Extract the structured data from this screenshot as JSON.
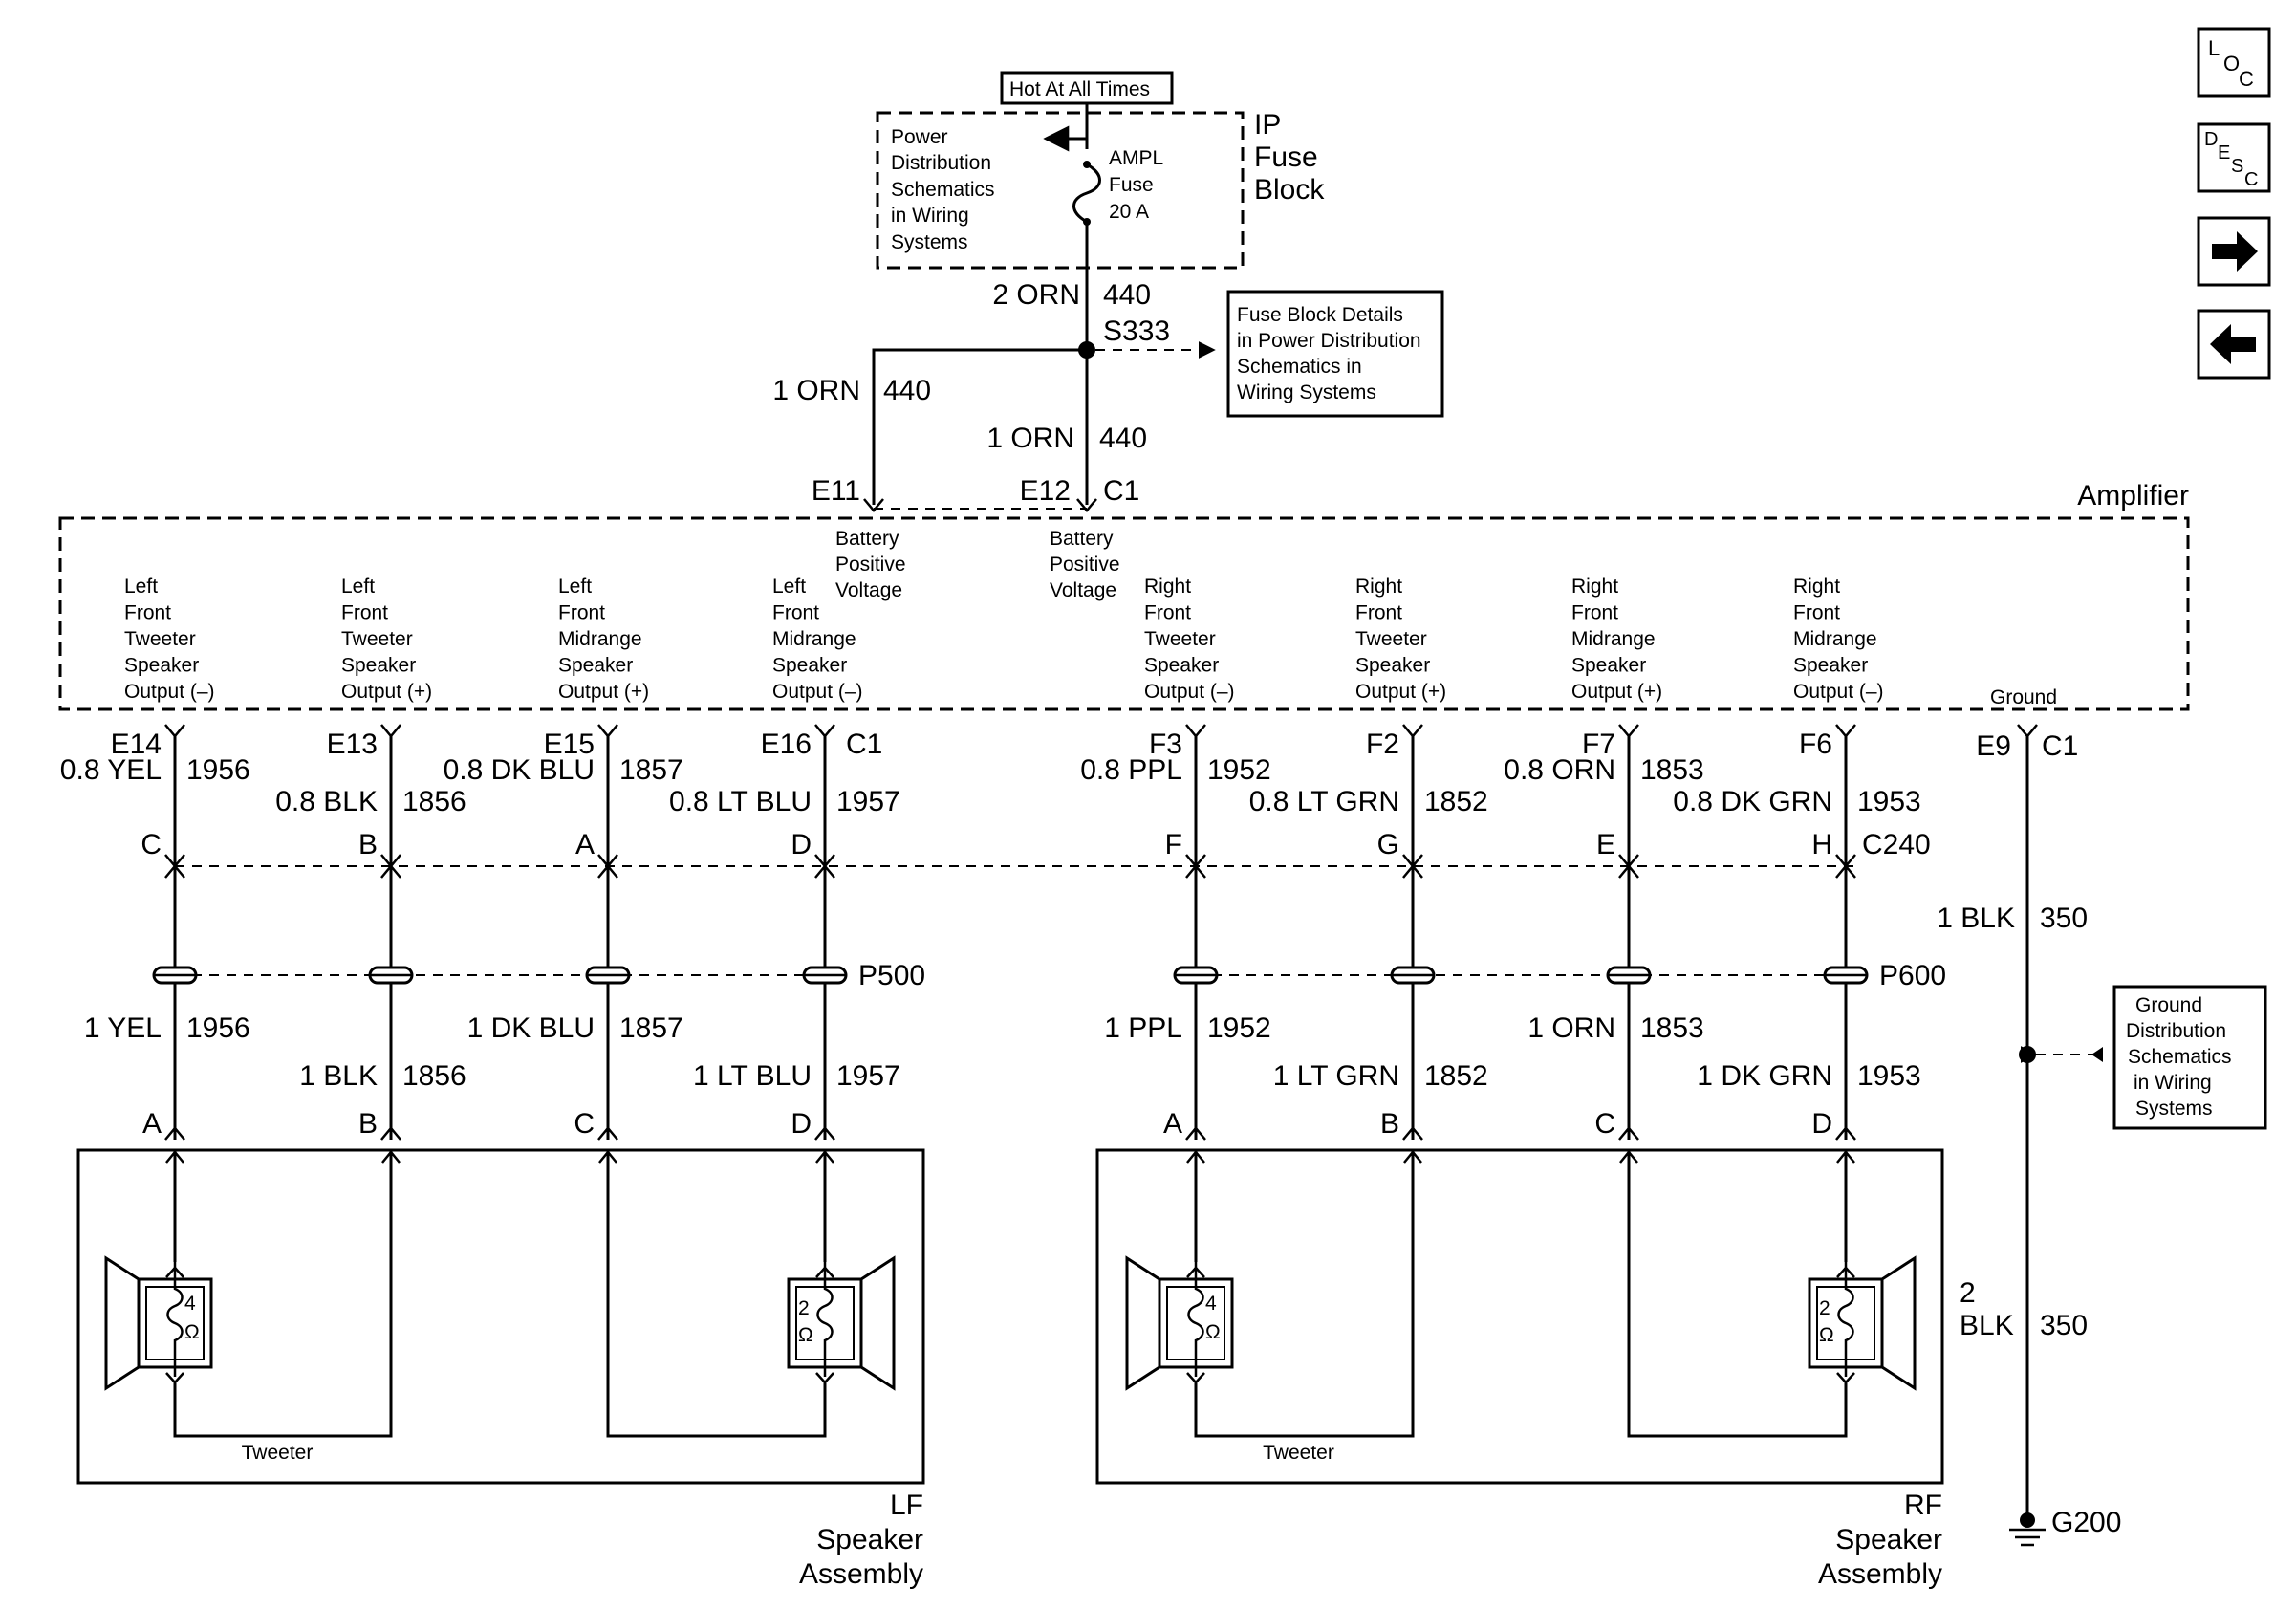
{
  "nav": {
    "loc": "LOC",
    "desc": "DESC"
  },
  "fuse": {
    "hot": "Hot At All Times",
    "ref": [
      "Power",
      "Distribution",
      "Schematics",
      "in Wiring",
      "Systems"
    ],
    "name": [
      "AMPL",
      "Fuse",
      "20 A"
    ],
    "block": [
      "IP",
      "Fuse",
      "Block"
    ]
  },
  "feed": {
    "main_size": "2 ORN",
    "circuit": "440",
    "splice": "S333",
    "branch1_size": "1 ORN",
    "branch2_size": "1 ORN",
    "fuse_details": [
      "Fuse Block Details",
      "in Power Distribution",
      "Schematics in",
      "Wiring Systems"
    ]
  },
  "amplifier": {
    "name": "Amplifier",
    "pins_top": [
      "E11",
      "E12",
      "C1"
    ],
    "labels": [
      [
        "Battery",
        "Positive",
        "Voltage"
      ],
      [
        "Battery",
        "Positive",
        "Voltage"
      ],
      [
        "Left",
        "Front",
        "Tweeter",
        "Speaker",
        "Output (–)"
      ],
      [
        "Left",
        "Front",
        "Tweeter",
        "Speaker",
        "Output (+)"
      ],
      [
        "Left",
        "Front",
        "Midrange",
        "Speaker",
        "Output (+)"
      ],
      [
        "Left",
        "Front",
        "Midrange",
        "Speaker",
        "Output (–)"
      ],
      [
        "Right",
        "Front",
        "Tweeter",
        "Speaker",
        "Output (–)"
      ],
      [
        "Right",
        "Front",
        "Tweeter",
        "Speaker",
        "Output (+)"
      ],
      [
        "Right",
        "Front",
        "Midrange",
        "Speaker",
        "Output (+)"
      ],
      [
        "Right",
        "Front",
        "Midrange",
        "Speaker",
        "Output (–)"
      ],
      [
        "Ground"
      ]
    ]
  },
  "left_wires": [
    {
      "pin": "E14",
      "size": "0.8 YEL",
      "circuit": "1956",
      "c240": "C",
      "size2": "1 YEL",
      "spk_pin": "A"
    },
    {
      "pin": "E13",
      "size": "0.8 BLK",
      "circuit": "1856",
      "c240": "B",
      "size2": "1 BLK",
      "spk_pin": "B"
    },
    {
      "pin": "E15",
      "size": "0.8 DK BLU",
      "circuit": "1857",
      "c240": "A",
      "size2": "1 DK BLU",
      "spk_pin": "C"
    },
    {
      "pin": "E16",
      "size": "0.8 LT BLU",
      "circuit": "1957",
      "c240": "D",
      "size2": "1 LT BLU",
      "spk_pin": "D"
    }
  ],
  "right_wires": [
    {
      "pin": "F3",
      "size": "0.8 PPL",
      "circuit": "1952",
      "c240": "F",
      "size2": "1 PPL",
      "spk_pin": "A"
    },
    {
      "pin": "F2",
      "size": "0.8 LT GRN",
      "circuit": "1852",
      "c240": "G",
      "size2": "1 LT GRN",
      "spk_pin": "B"
    },
    {
      "pin": "F7",
      "size": "0.8 ORN",
      "circuit": "1853",
      "c240": "E",
      "size2": "1 ORN",
      "spk_pin": "C"
    },
    {
      "pin": "F6",
      "size": "0.8 DK GRN",
      "circuit": "1953",
      "c240": "H",
      "size2": "1 DK GRN",
      "spk_pin": "D"
    }
  ],
  "connectors": {
    "c1": "C1",
    "c240": "C240",
    "p500": "P500",
    "p600": "P600"
  },
  "ground": {
    "pin": "E9",
    "conn": "C1",
    "size1": "1 BLK",
    "circuit": "350",
    "size2a": "2",
    "size2b": "BLK",
    "circuit2": "350",
    "name": "G200",
    "ref": [
      "Ground",
      "Distribution",
      "Schematics",
      "in Wiring",
      "Systems"
    ]
  },
  "speakers": {
    "tweeter": "Tweeter",
    "tweeter_ohm": "4",
    "mid_ohm": "2",
    "ohm": "Ω",
    "lf": [
      "LF",
      "Speaker",
      "Assembly"
    ],
    "rf": [
      "RF",
      "Speaker",
      "Assembly"
    ]
  }
}
